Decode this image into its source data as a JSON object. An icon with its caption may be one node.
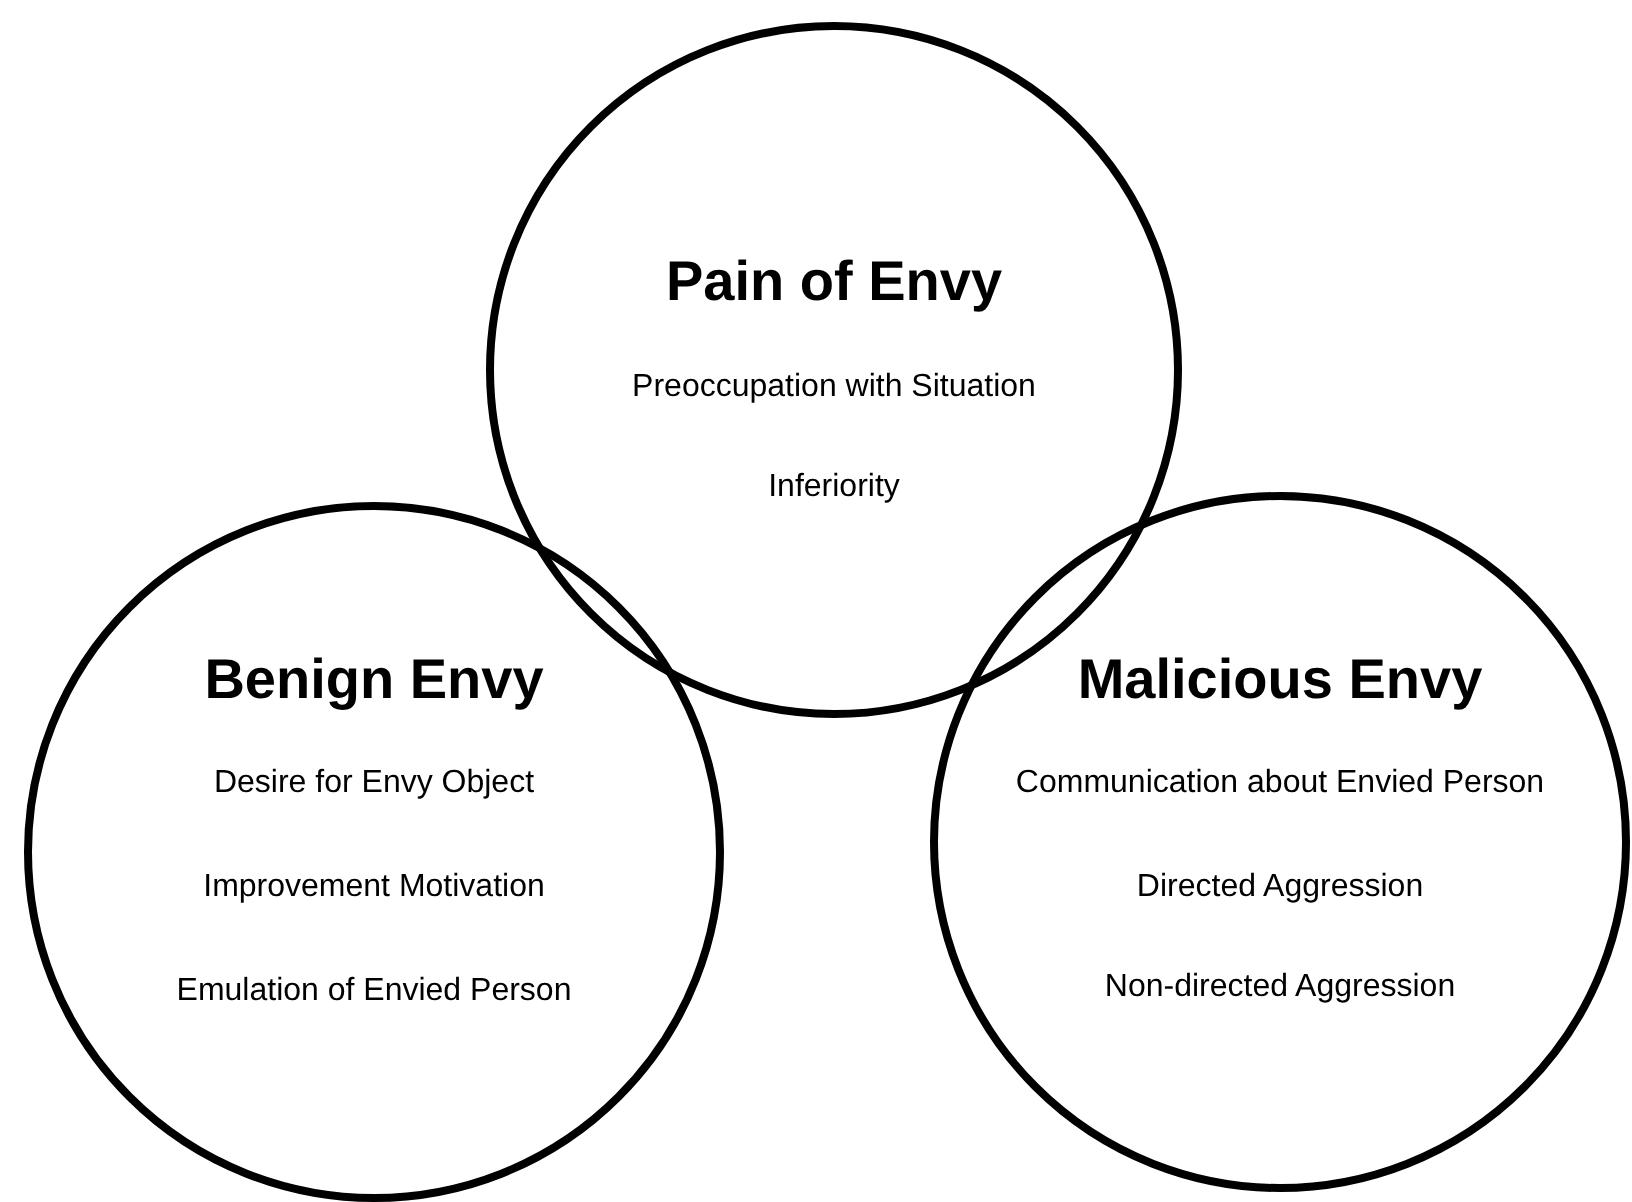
{
  "diagram": {
    "nodes": [
      {
        "text": [
          "Pain of Envy",
          "Preoccupation with Situation",
          "Inferiority"
        ]
      },
      {
        "text": [
          "Benign Envy",
          "Desire for Envy Object",
          "Improvement Motivation",
          "Emulation of Envied Person"
        ]
      },
      {
        "text": [
          "Malicious Envy",
          "Communication about Envied Person",
          "Directed Aggression",
          "Non-directed Aggression"
        ]
      }
    ],
    "edges": []
  }
}
